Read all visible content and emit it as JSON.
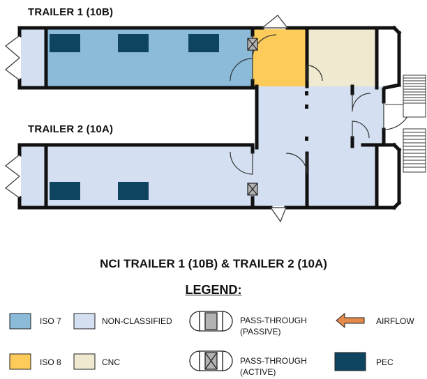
{
  "trailers": {
    "trailer1_label": "TRAILER 1 (10B)",
    "trailer2_label": "TRAILER 2 (10A)"
  },
  "title": "NCI TRAILER 1 (10B) & TRAILER 2 (10A)",
  "legend": {
    "heading": "LEGEND:",
    "iso7": "ISO 7",
    "non_classified": "NON-CLASSIFIED",
    "pass_through_passive_1": "PASS-THROUGH",
    "pass_through_passive_2": "(PASSIVE)",
    "airflow": "AIRFLOW",
    "iso8": "ISO 8",
    "cnc": "CNC",
    "pass_through_active_1": "PASS-THROUGH",
    "pass_through_active_2": "(ACTIVE)",
    "pec": "PEC"
  },
  "colors": {
    "iso7": "#8bbbd9",
    "non_classified": "#d4e0f1",
    "iso8": "#fdcb5a",
    "cnc": "#efe9cf",
    "pec": "#0e4460",
    "airflow": "#e58a4a",
    "wall": "#111111",
    "pass_through_passive": "#b3b3b3"
  }
}
